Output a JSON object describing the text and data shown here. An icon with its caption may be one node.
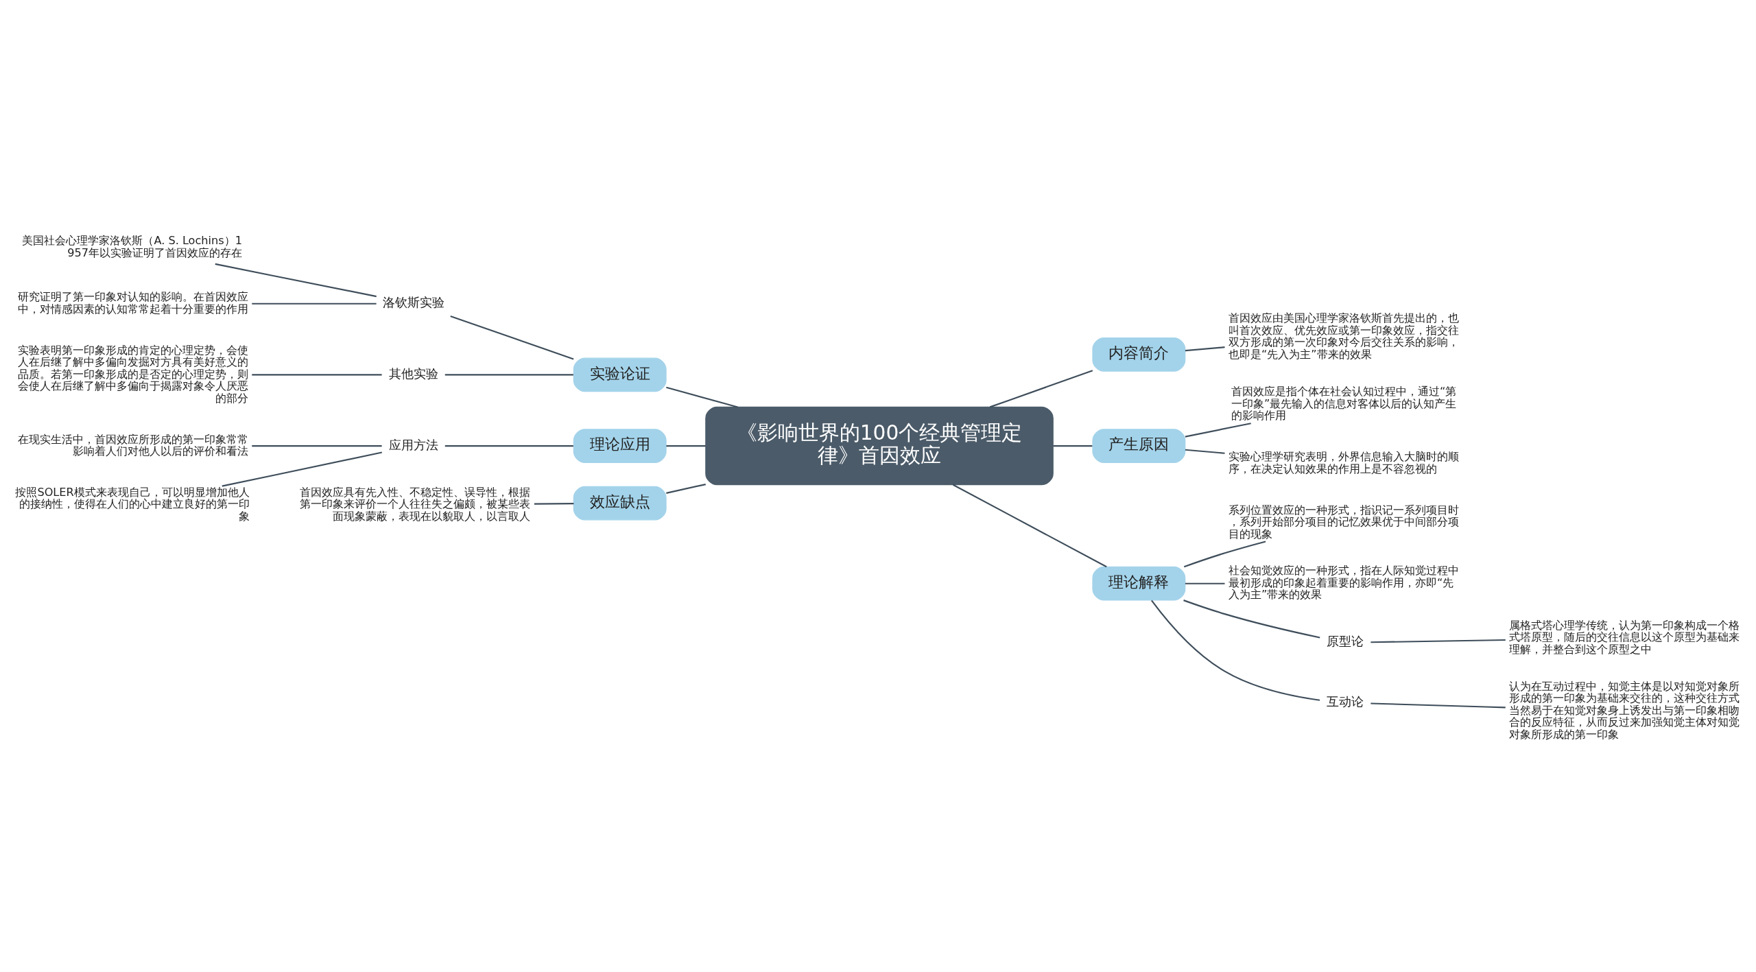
{
  "diagram": {
    "nodes": [
      {
        "text": [
          "《影响世界的100个经典管理定律》首因效应"
        ]
      },
      {
        "text": [
          "实验论证"
        ]
      },
      {
        "text": [
          "洛钦斯实验"
        ]
      },
      {
        "text": [
          "美国社会心理学家洛钦斯（A. S. Lochins）1957年以实验证明了首因效应的存在"
        ]
      },
      {
        "text": [
          "研究证明了第一印象对认知的影响。在首因效应中，对情感因素的认知常常起着十分重要的作用"
        ]
      },
      {
        "text": [
          "其他实验"
        ]
      },
      {
        "text": [
          "实验表明第一印象形成的肯定的心理定势，会使人在后继了解中多偏向发掘对方具有美好意义的品质。若第一印象形成的是否定的心理定势，则会使人在后继了解中多偏向于揭露对象令人厌恶的部分"
        ]
      },
      {
        "text": [
          "理论应用"
        ]
      },
      {
        "text": [
          "应用方法"
        ]
      },
      {
        "text": [
          "在现实生活中，首因效应所形成的第一印象常常影响着人们对他人以后的评价和看法"
        ]
      },
      {
        "text": [
          "按照SOLER模式来表现自己，可以明显增加他人的接纳性，使得在人们的心中建立良好的第一印象"
        ]
      },
      {
        "text": [
          "效应缺点"
        ]
      },
      {
        "text": [
          "首因效应具有先入性、不稳定性、误导性，根据第一印象来评价一个人往往失之偏颇，被某些表面现象蒙蔽，表现在以貌取人，以言取人"
        ]
      },
      {
        "text": [
          "内容简介"
        ]
      },
      {
        "text": [
          "首因效应由美国心理学家洛钦斯首先提出的，也叫首次效应、优先效应或第一印象效应，指交往双方形成的第一次印象对今后交往关系的影响，也即是“先入为主”带来的效果"
        ]
      },
      {
        "text": [
          "产生原因"
        ]
      },
      {
        "text": [
          "首因效应是指个体在社会认知过程中，通过“第一印象”最先输入的信息对客体以后的认知产生的影响作用"
        ]
      },
      {
        "text": [
          "实验心理学研究表明，外界信息输入大脑时的顺序，在决定认知效果的作用上是不容忽视的"
        ]
      },
      {
        "text": [
          "理论解释"
        ]
      },
      {
        "text": [
          "系列位置效应的一种形式，指识记一系列项目时，系列开始部分项目的记忆效果优于中间部分项目的现象"
        ]
      },
      {
        "text": [
          "社会知觉效应的一种形式，指在人际知觉过程中最初形成的印象起着重要的影响作用，亦即“先入为主”带来的效果"
        ]
      },
      {
        "text": [
          "原型论"
        ]
      },
      {
        "text": [
          "属格式塔心理学传统，认为第一印象构成一个格式塔原型，随后的交往信息以这个原型为基础来理解，并整合到这个原型之中"
        ]
      },
      {
        "text": [
          "互动论"
        ]
      },
      {
        "text": [
          "认为在互动过程中，知觉主体是以对知觉对象所形成的第一印象为基础来交往的，这种交往方式当然易于在知觉对象身上诱发出与第一印象相吻合的反应特征，从而反过来加强知觉主体对知觉对象所形成的第一印象"
        ]
      }
    ],
    "edges": [
      {
        "from": 0,
        "to": 1,
        "arrow": "none"
      },
      {
        "from": 1,
        "to": 2,
        "arrow": "none"
      },
      {
        "from": 2,
        "to": 3,
        "arrow": "none"
      },
      {
        "from": 2,
        "to": 4,
        "arrow": "none"
      },
      {
        "from": 1,
        "to": 5,
        "arrow": "none"
      },
      {
        "from": 5,
        "to": 6,
        "arrow": "none"
      },
      {
        "from": 0,
        "to": 7,
        "arrow": "none"
      },
      {
        "from": 7,
        "to": 8,
        "arrow": "none"
      },
      {
        "from": 8,
        "to": 9,
        "arrow": "none"
      },
      {
        "from": 8,
        "to": 10,
        "arrow": "none"
      },
      {
        "from": 0,
        "to": 11,
        "arrow": "none"
      },
      {
        "from": 11,
        "to": 12,
        "arrow": "none"
      },
      {
        "from": 0,
        "to": 13,
        "arrow": "none"
      },
      {
        "from": 13,
        "to": 14,
        "arrow": "none"
      },
      {
        "from": 0,
        "to": 15,
        "arrow": "none"
      },
      {
        "from": 15,
        "to": 16,
        "arrow": "none"
      },
      {
        "from": 15,
        "to": 17,
        "arrow": "none"
      },
      {
        "from": 0,
        "to": 18,
        "arrow": "none"
      },
      {
        "from": 18,
        "to": 19,
        "arrow": "none"
      },
      {
        "from": 18,
        "to": 20,
        "arrow": "none"
      },
      {
        "from": 18,
        "to": 21,
        "arrow": "none"
      },
      {
        "from": 21,
        "to": 22,
        "arrow": "none"
      },
      {
        "from": 18,
        "to": 23,
        "arrow": "none"
      },
      {
        "from": 23,
        "to": 24,
        "arrow": "none"
      }
    ]
  }
}
